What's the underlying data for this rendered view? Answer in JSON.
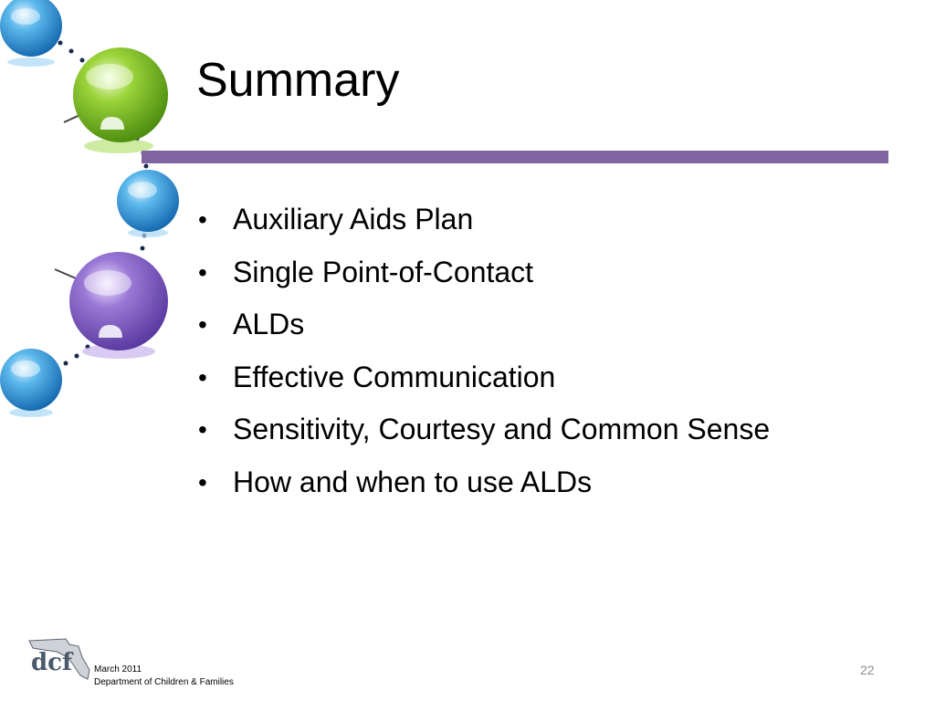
{
  "slide": {
    "title": "Summary",
    "bullets": [
      "Auxiliary Aids Plan",
      "Single Point-of-Contact",
      "ALDs",
      "Effective Communication",
      "Sensitivity, Courtesy and Common Sense",
      "How and when to use ALDs"
    ],
    "bullet_glyph": "•",
    "accent_color": "#8064a2"
  },
  "footer": {
    "date": "March 2011",
    "department": "Department of Children & Families",
    "page_number": "22",
    "logo_letters": "dcf"
  }
}
